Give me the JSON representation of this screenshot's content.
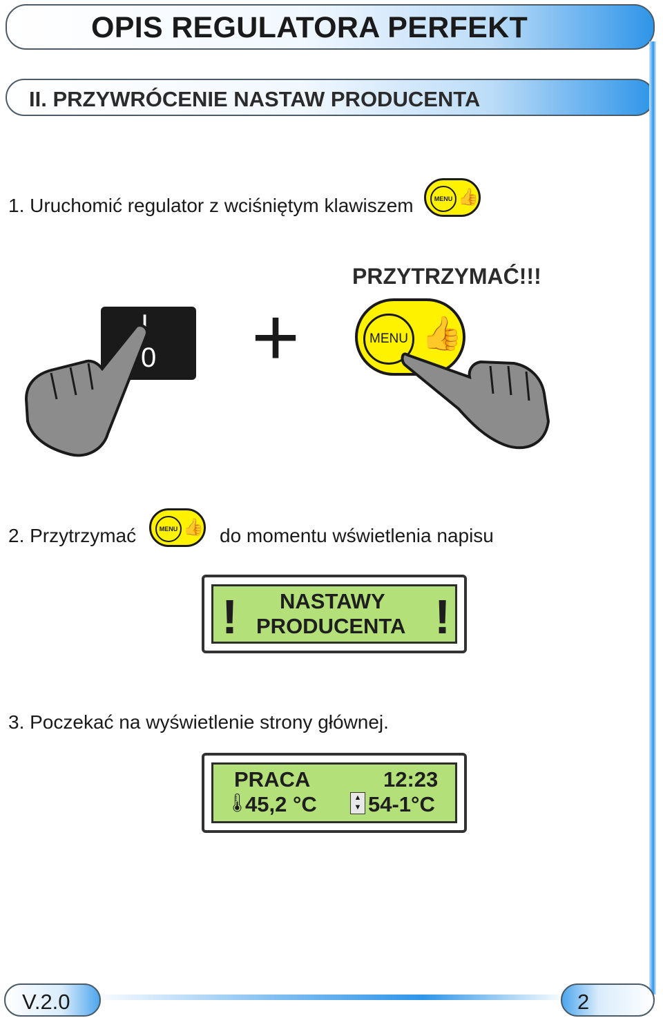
{
  "header": {
    "title": "OPIS REGULATORA PERFEKT",
    "section": "II. PRZYWRÓCENIE NASTAW PRODUCENTA"
  },
  "steps": {
    "step1": "1. Uruchomić regulator z wciśniętym klawiszem",
    "step2_before": "2. Przytrzymać",
    "step2_after": "do momentu wświetlenia napisu",
    "step3": "3. Poczekać na wyświetlenie strony głównej."
  },
  "illustration": {
    "hold_label": "PRZYTRZYMAĆ!!!",
    "switch_on": "I",
    "switch_off": "0",
    "plus_sign": "+",
    "menu_label": "MENU"
  },
  "lcd_factory": {
    "line1": "NASTAWY",
    "line2": "PRODUCENTA",
    "mark_left": "!",
    "mark_right": "!"
  },
  "lcd_main": {
    "mode": "PRACA",
    "time": "12:23",
    "temperature": "45,2 °C",
    "setpoint": "54-1°C"
  },
  "footer": {
    "version": "V.2.0",
    "page": "2"
  },
  "colors": {
    "button_yellow": "#fff200",
    "lcd_green": "#b4e07a",
    "accent_blue": "#2f95e8"
  }
}
